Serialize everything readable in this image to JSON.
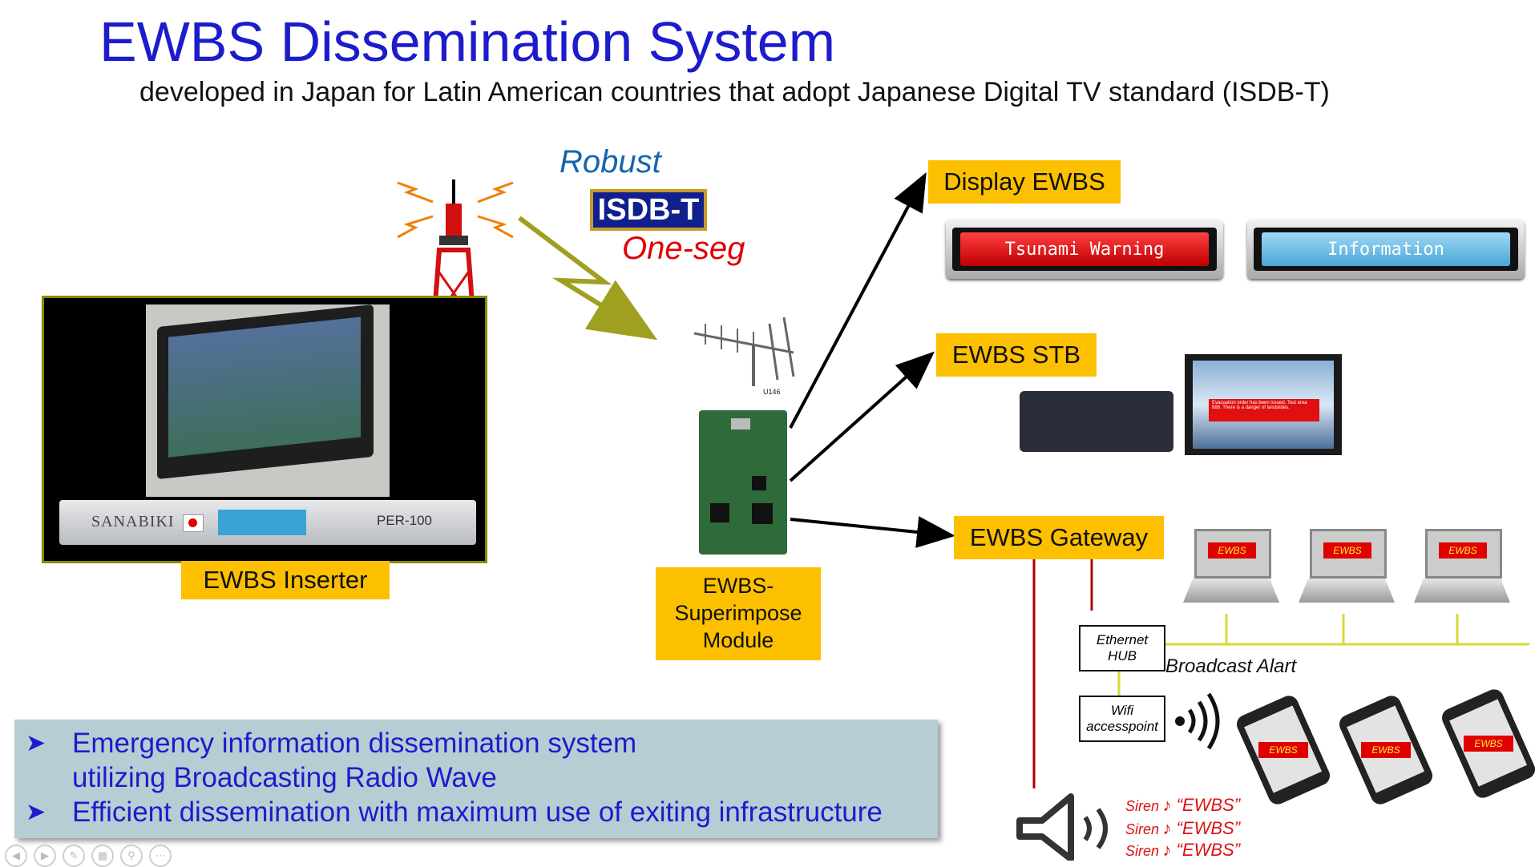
{
  "title": "EWBS Dissemination System",
  "subtitle": "developed in Japan for Latin American countries that adopt Japanese Digital TV standard (ISDB-T)",
  "transmission": {
    "robust": "Robust",
    "isdbt": "ISDB-T",
    "oneseg": "One-seg"
  },
  "inserter": {
    "label": "EWBS Inserter",
    "rack_brand": "SANABIKI",
    "rack_model": "PER-100"
  },
  "antenna_label": "U146",
  "module": {
    "label_line1": "EWBS-",
    "label_line2": "Superimpose",
    "label_line3": "Module"
  },
  "outputs": {
    "display": {
      "label": "Display EWBS",
      "sign1": "Tsunami Warning",
      "sign2": "Information"
    },
    "stb": {
      "label": "EWBS STB",
      "screen_text": "Evacuation order has been issued. Test area 888. There is a danger of landslides."
    },
    "gateway": {
      "label": "EWBS Gateway",
      "hub_line1": "Ethernet",
      "hub_line2": "HUB",
      "wifi_line1": "Wifi",
      "wifi_line2": "accesspoint",
      "broadcast": "Broadcast  Alart",
      "device_tag": "EWBS",
      "siren_word": "Siren",
      "siren_quote": "♪ “EWBS”"
    }
  },
  "bullets": [
    {
      "line1": "Emergency information dissemination system",
      "line2": "utilizing Broadcasting Radio Wave"
    },
    {
      "line1": "Efficient dissemination with maximum use of exiting infrastructure"
    }
  ],
  "colors": {
    "title": "#1c1ccc",
    "label_bg": "#fcc000",
    "alert_red": "#e00000",
    "info_box": "#b7cdd3",
    "wire_red": "#b00000",
    "lan_yellow": "#d8d838"
  },
  "nav_icons": [
    "prev-icon",
    "next-icon",
    "pen-icon",
    "slides-icon",
    "zoom-icon",
    "more-icon"
  ]
}
